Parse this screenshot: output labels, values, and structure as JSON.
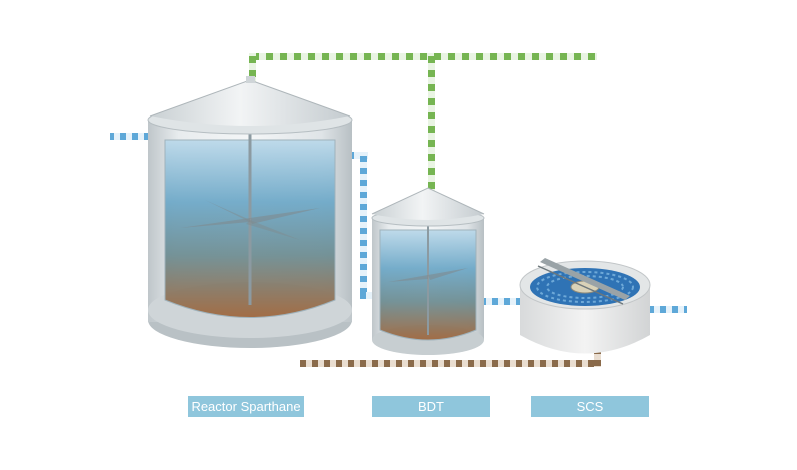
{
  "labels": {
    "reactor": "Reactor Sparthane",
    "bdt": "BDT",
    "scs": "SCS"
  },
  "colors": {
    "label_background": "#8fc6dc",
    "label_text": "#ffffff",
    "gas_pipe_green": "#7fba5a",
    "water_pipe_blue": "#5aa6d6",
    "sludge_pipe_brown": "#8a6a4a"
  }
}
